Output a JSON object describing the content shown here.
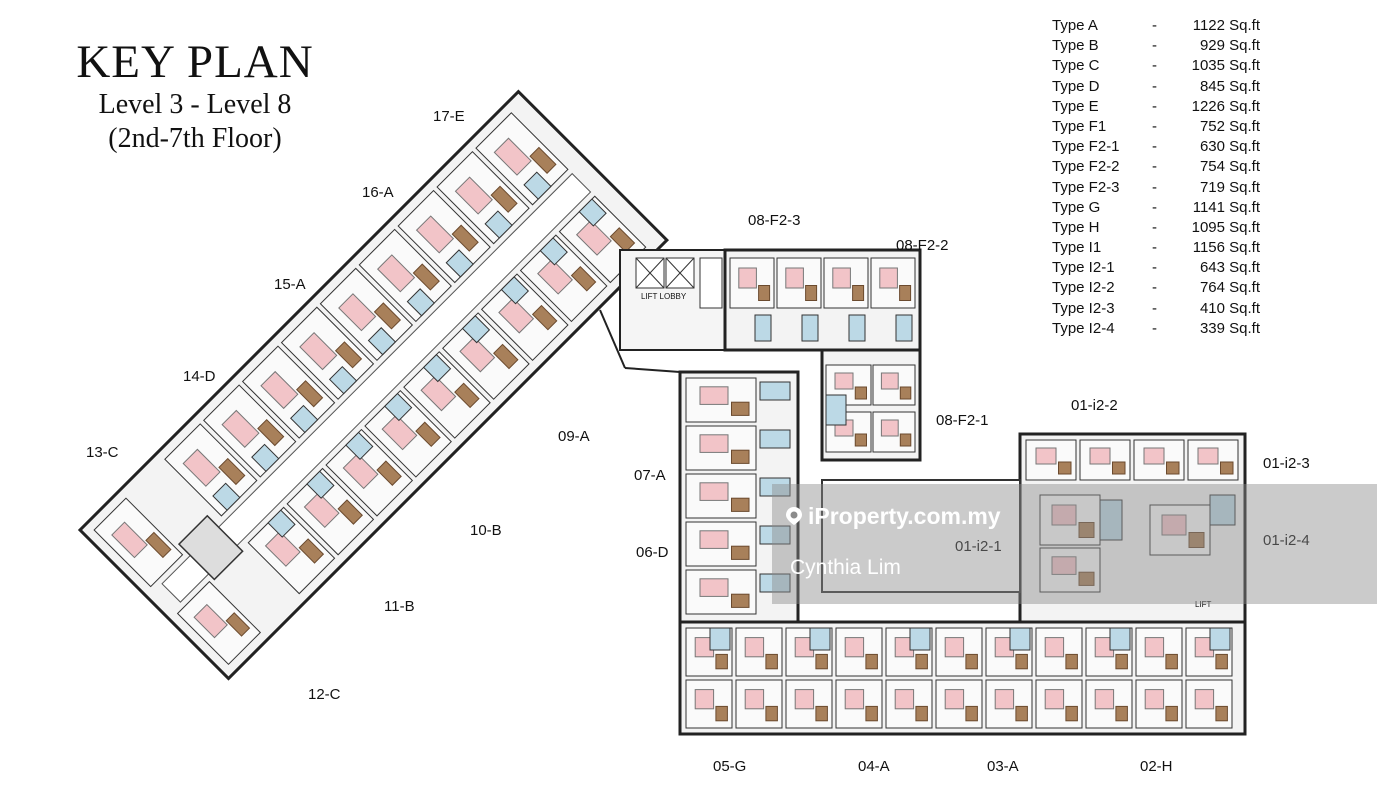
{
  "title": {
    "main": "KEY PLAN",
    "levels": "Level 3 - Level 8",
    "floors": "(2nd-7th Floor)"
  },
  "legend": [
    {
      "type": "Type A",
      "dash": "-",
      "area": "1122 Sq.ft"
    },
    {
      "type": "Type B",
      "dash": "-",
      "area": "929 Sq.ft"
    },
    {
      "type": "Type C",
      "dash": "-",
      "area": "1035 Sq.ft"
    },
    {
      "type": "Type D",
      "dash": "-",
      "area": "845 Sq.ft"
    },
    {
      "type": "Type E",
      "dash": "-",
      "area": "1226 Sq.ft"
    },
    {
      "type": "Type F1",
      "dash": "-",
      "area": "752 Sq.ft"
    },
    {
      "type": "Type F2-1",
      "dash": "-",
      "area": "630 Sq.ft"
    },
    {
      "type": "Type F2-2",
      "dash": "-",
      "area": "754 Sq.ft"
    },
    {
      "type": "Type F2-3",
      "dash": "-",
      "area": "719 Sq.ft"
    },
    {
      "type": "Type G",
      "dash": "-",
      "area": "1141 Sq.ft"
    },
    {
      "type": "Type H",
      "dash": "-",
      "area": "1095 Sq.ft"
    },
    {
      "type": "Type I1",
      "dash": "-",
      "area": "1156 Sq.ft"
    },
    {
      "type": "Type I2-1",
      "dash": "-",
      "area": "643 Sq.ft"
    },
    {
      "type": "Type I2-2",
      "dash": "-",
      "area": "764 Sq.ft"
    },
    {
      "type": "Type I2-3",
      "dash": "-",
      "area": "410 Sq.ft"
    },
    {
      "type": "Type I2-4",
      "dash": "-",
      "area": "339 Sq.ft"
    }
  ],
  "units": {
    "u17e": "17-E",
    "u16a": "16-A",
    "u15a": "15-A",
    "u14d": "14-D",
    "u13c": "13-C",
    "u12c": "12-C",
    "u11b": "11-B",
    "u10b": "10-B",
    "u09a": "09-A",
    "u08f23": "08-F2-3",
    "u08f22": "08-F2-2",
    "u08f21": "08-F2-1",
    "u07a": "07-A",
    "u06d": "06-D",
    "u05g": "05-G",
    "u04a": "04-A",
    "u03a": "03-A",
    "u02h": "02-H",
    "u01i22": "01-i2-2",
    "u01i23": "01-i2-3",
    "u01i21": "01-i2-1",
    "u01i24": "01-i2-4"
  },
  "labels": {
    "lift_lobby": "LIFT LOBBY",
    "lift": "LIFT"
  },
  "watermark": {
    "site": "iProperty.com.my",
    "agent": "Cynthia Lim"
  },
  "colors": {
    "bed": "#f2c4c8",
    "wood": "#a8805a",
    "bath": "#bcd9e6",
    "wall": "#222222",
    "floor": "#f0f0f0",
    "dark_bed": "#7a2a2a"
  }
}
